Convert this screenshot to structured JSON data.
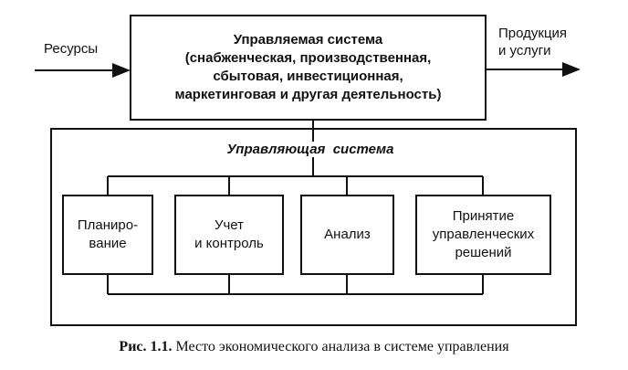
{
  "managed_system": {
    "label": "Управляемая система\n(снабженческая, производственная,\nсбытовая, инвестиционная,\nмаркетинговая и другая деятельность)"
  },
  "input_label": "Ресурсы",
  "output_label": "Продукция\nи услуги",
  "managing_system": {
    "title": "Управляющая  система",
    "functions": [
      "Планиро-\nвание",
      "Учет\nи контроль",
      "Анализ",
      "Принятие\nуправленческих\nрешений"
    ]
  },
  "caption": {
    "prefix": "Рис. 1.1.",
    "text": " Место экономического анализа в системе управления"
  }
}
